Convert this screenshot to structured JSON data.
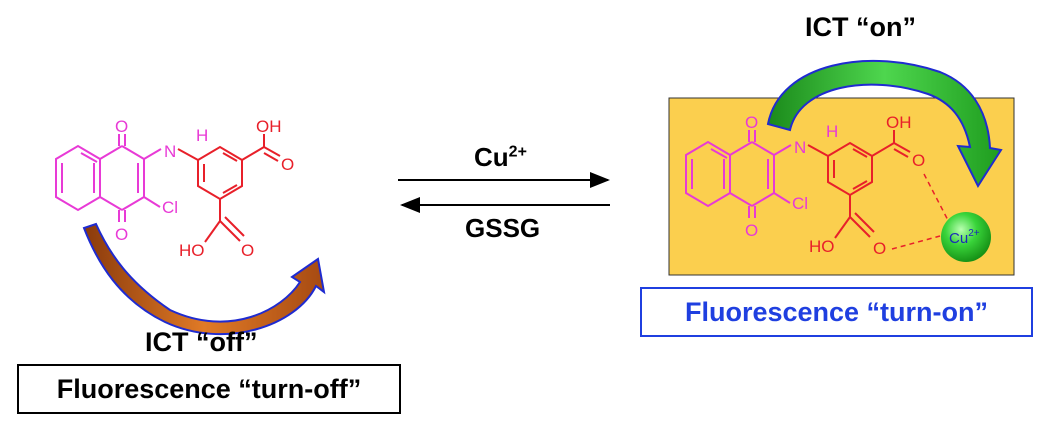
{
  "left": {
    "ict_label": "ICT “off”",
    "fluorescence_label": "Fluorescence “turn-off”"
  },
  "right": {
    "ict_label": "ICT “on”",
    "fluorescence_label": "Fluorescence “turn-on”",
    "metal_label": "Cu2+"
  },
  "reaction": {
    "forward_reagent": "Cu2+",
    "reverse_reagent": "GSSG"
  },
  "atoms": {
    "oxygen": "O",
    "nitrogen": "N",
    "hydrogen": "H",
    "chlorine": "Cl",
    "hydroxyl": "OH",
    "hydroxyl_left": "HO"
  },
  "colors": {
    "naphthoquinone": "#e83ad6",
    "benzoic": "#e8202a",
    "panel": "#fbcf4e",
    "turn_on_border": "#1f3fe0",
    "green_arrow": "#3cc63c",
    "orange_arrow": "#c8631b",
    "copper_sphere": "#3ad43a"
  }
}
